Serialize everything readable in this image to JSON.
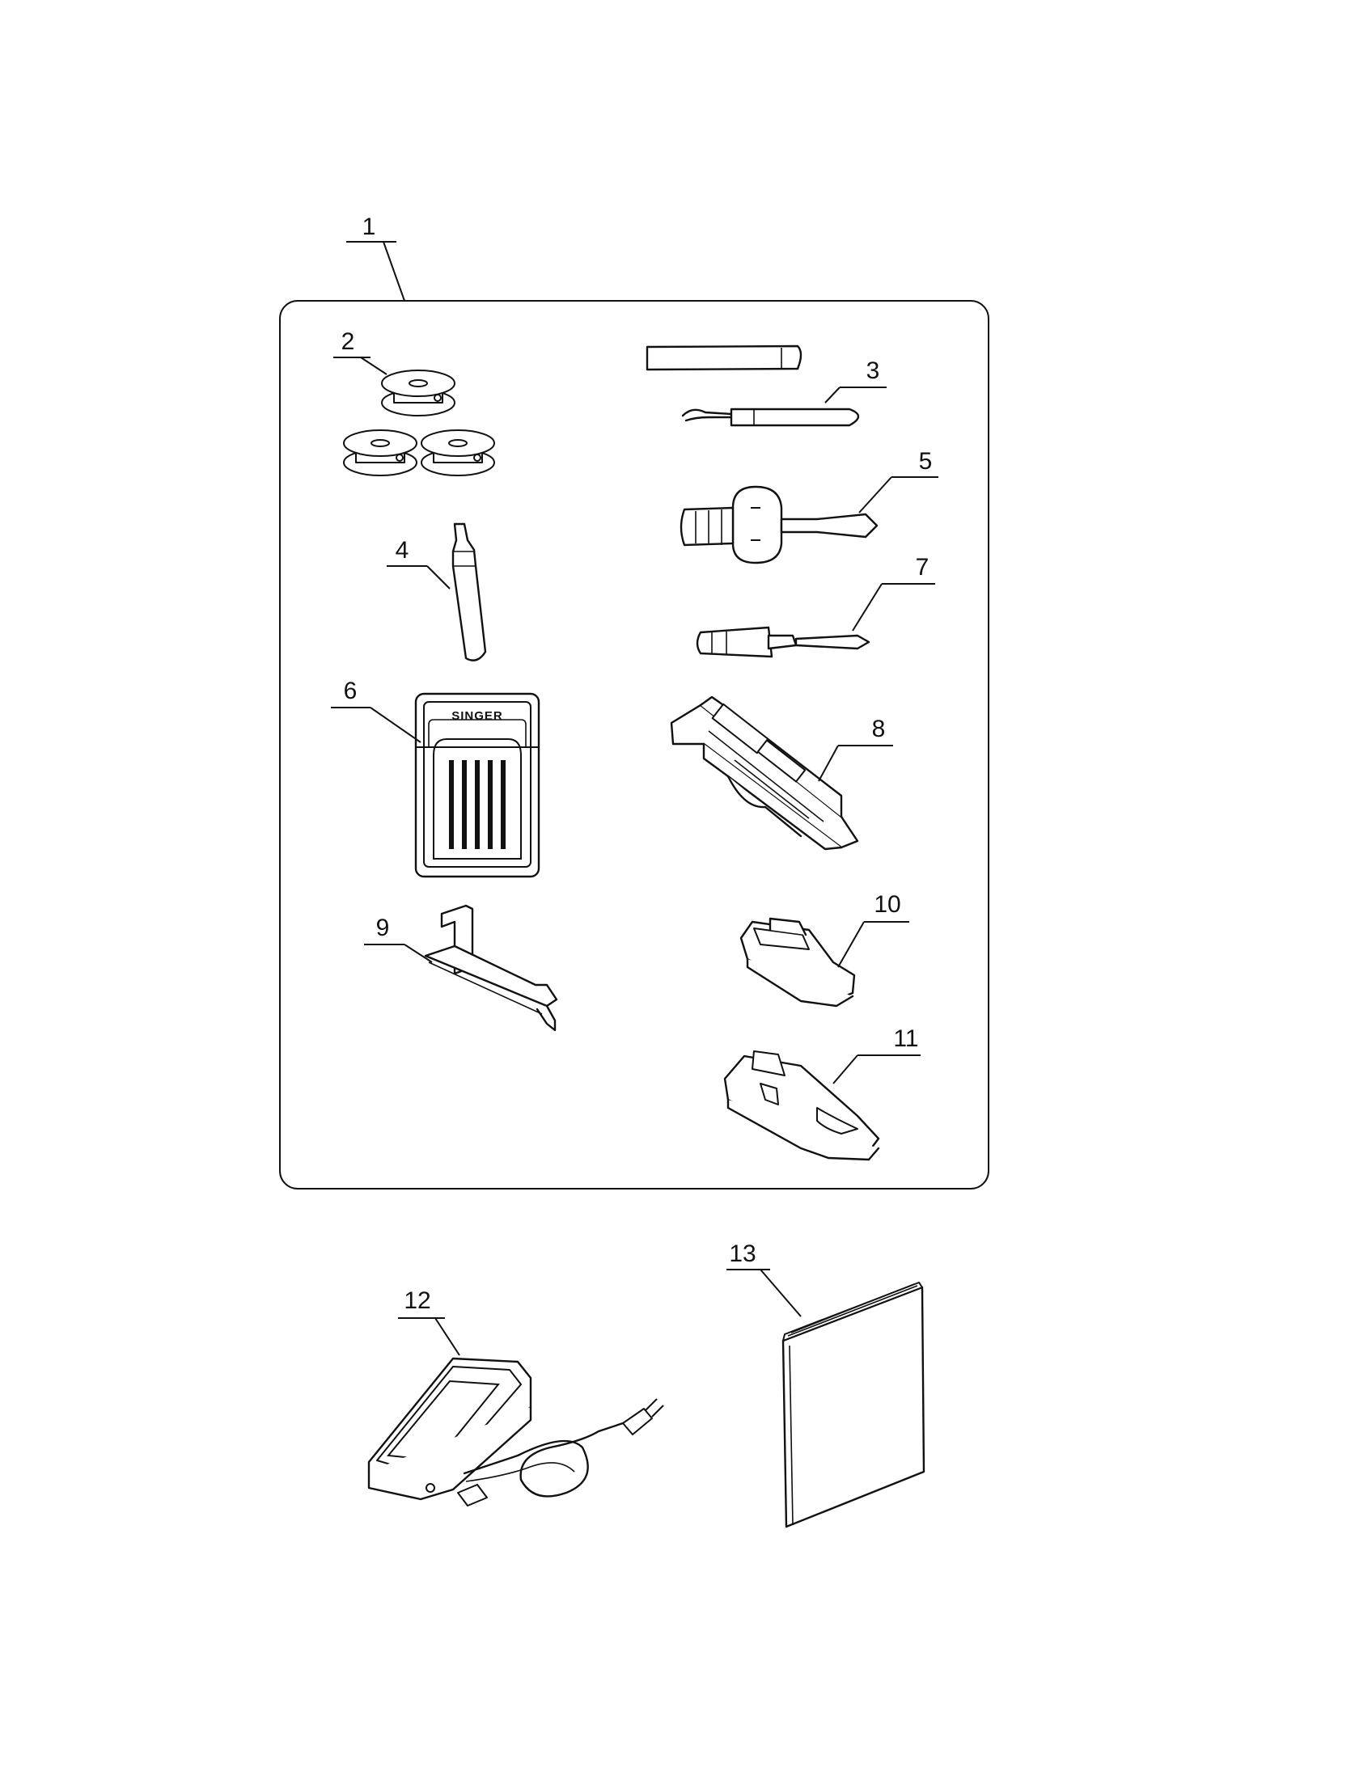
{
  "parts": [
    {
      "id": "1",
      "label": "1",
      "item": "accessory-kit"
    },
    {
      "id": "2",
      "label": "2",
      "item": "bobbins"
    },
    {
      "id": "3",
      "label": "3",
      "item": "seam-ripper"
    },
    {
      "id": "4",
      "label": "4",
      "item": "spool-pin"
    },
    {
      "id": "5",
      "label": "5",
      "item": "screwdriver-large"
    },
    {
      "id": "6",
      "label": "6",
      "item": "needle-pack"
    },
    {
      "id": "7",
      "label": "7",
      "item": "screwdriver-small"
    },
    {
      "id": "8",
      "label": "8",
      "item": "buttonhole-foot"
    },
    {
      "id": "9",
      "label": "9",
      "item": "edge-guide"
    },
    {
      "id": "10",
      "label": "10",
      "item": "presser-foot"
    },
    {
      "id": "11",
      "label": "11",
      "item": "hemmer-foot"
    },
    {
      "id": "12",
      "label": "12",
      "item": "foot-control"
    },
    {
      "id": "13",
      "label": "13",
      "item": "instruction-book"
    }
  ],
  "needle_pack": {
    "brand": "SINGER"
  }
}
